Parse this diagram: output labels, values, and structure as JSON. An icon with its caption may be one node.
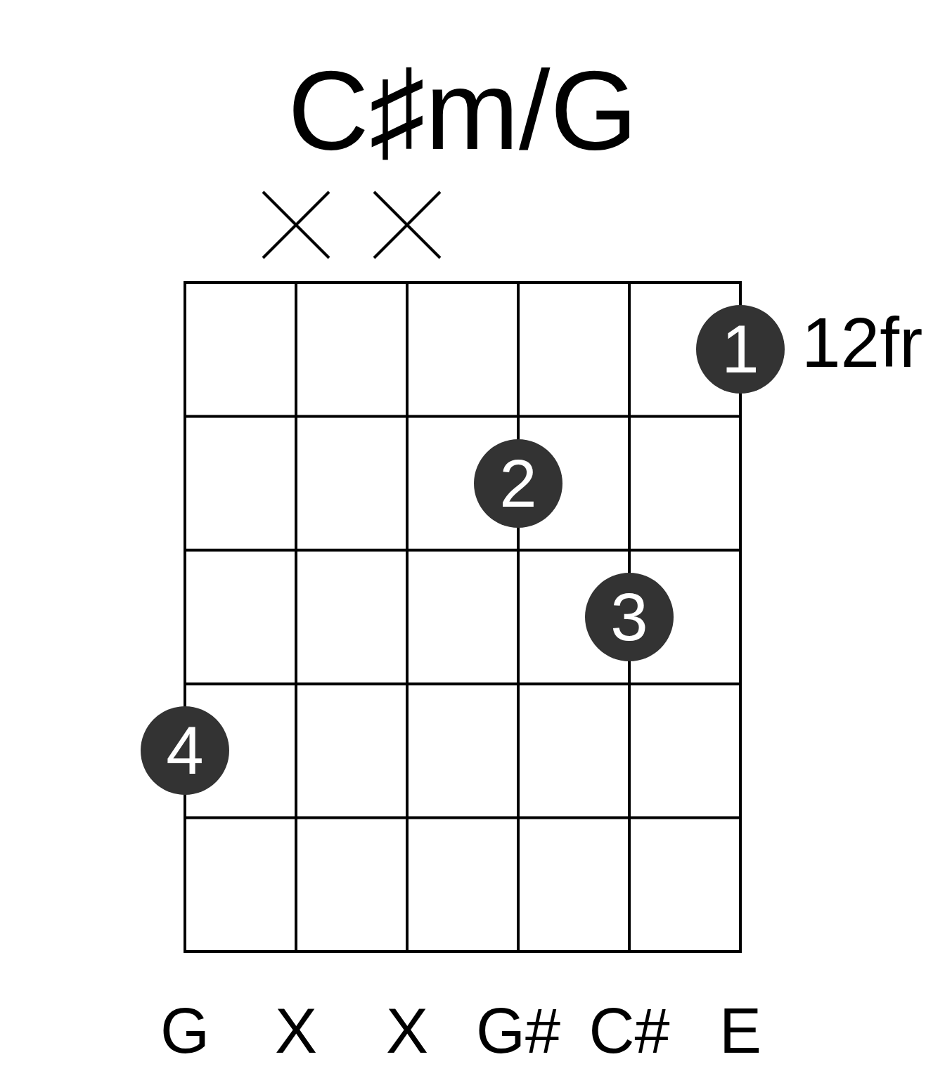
{
  "diagram": {
    "title": "C♯m/G",
    "nodes": [
      {
        "text": [
          "1"
        ]
      },
      {
        "text": [
          "2"
        ]
      },
      {
        "text": [
          "3"
        ]
      },
      {
        "text": [
          "4"
        ]
      }
    ],
    "labels": [
      "12fr",
      "G",
      "X",
      "X",
      "G#",
      "C#",
      "E"
    ]
  }
}
